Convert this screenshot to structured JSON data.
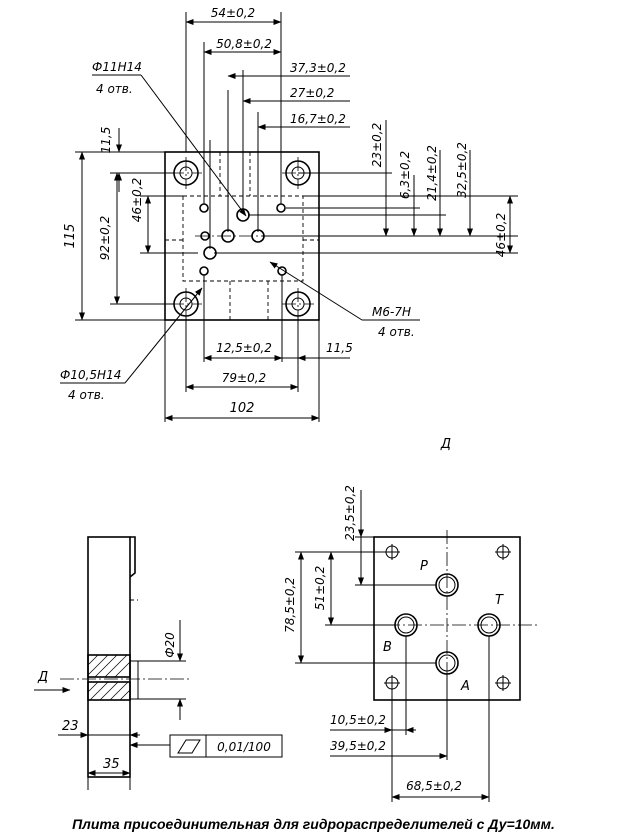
{
  "top_view": {
    "dim_54": "54±0,2",
    "dim_50_8": "50,8±0,2",
    "dim_37_3": "37,3±0,2",
    "dim_27": "27±0,2",
    "dim_16_7": "16,7±0,2",
    "dim_23": "23±0,2",
    "dim_6_3": "6,3±0,2",
    "dim_21_4": "21,4±0,2",
    "dim_32_5": "32,5±0,2",
    "dim_46_right": "46±0,2",
    "dim_11_5_left": "11,5",
    "dim_115": "115",
    "dim_92": "92±0,2",
    "dim_46_left": "46±0,2",
    "hole_11_label": "Ф11Н14",
    "hole_11_count": "4 отв.",
    "hole_10_5_label": "Ф10,5Н14",
    "hole_10_5_count": "4 отв.",
    "thread_label": "М6-7Н",
    "thread_count": "4 отв.",
    "dim_12_5": "12,5±0,2",
    "dim_11_5_bottom": "11,5",
    "dim_79": "79±0,2",
    "dim_102": "102"
  },
  "view_d_label": "Д",
  "section_view": {
    "dim_phi20": "Ф20",
    "arrow_label": "Д",
    "dim_23": "23",
    "dim_35": "35",
    "tolerance_value": "0,01/100"
  },
  "port_view": {
    "dim_23_5": "23,5±0,2",
    "dim_78_5": "78,5±0,2",
    "dim_51": "51±0,2",
    "port_p": "P",
    "port_t": "T",
    "port_b": "B",
    "port_a": "A",
    "dim_10_5": "10,5±0,2",
    "dim_39_5": "39,5±0,2",
    "dim_68_5": "68,5±0,2"
  },
  "caption": "Плита присоединительная для гидрораспределителей с Ду=10мм."
}
